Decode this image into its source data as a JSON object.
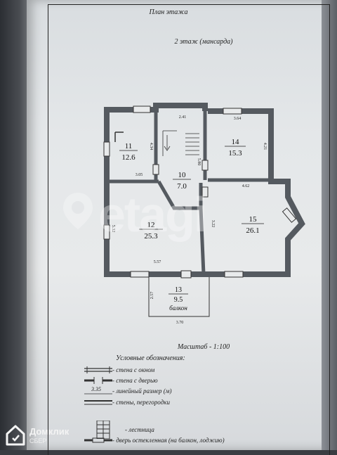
{
  "document": {
    "title": "План этажа",
    "subtitle": "2 этаж (мансарда)",
    "scale": "Масштаб - 1:100"
  },
  "rooms": [
    {
      "number": "11",
      "area": "12.6"
    },
    {
      "number": "10",
      "area": "7.0"
    },
    {
      "number": "14",
      "area": "15.3"
    },
    {
      "number": "12",
      "area": "25.3"
    },
    {
      "number": "15",
      "area": "26.1"
    },
    {
      "number": "13",
      "area": "9.5",
      "label": "балкон"
    }
  ],
  "dimensions": [
    "2.41",
    "3.64",
    "4.34",
    "5.80",
    "4.21",
    "3.05",
    "4.62",
    "5.32",
    "3.22",
    "5.57",
    "2.57",
    "3.70"
  ],
  "legend": {
    "title": "Условные обозначения:",
    "items": [
      {
        "text": "- стена с окном"
      },
      {
        "text": "- стена с дверью"
      },
      {
        "symbol_text": "3.35",
        "text": "- линейный размер (м)"
      },
      {
        "text": "- стены, перегородки"
      },
      {
        "text": "- лестница"
      },
      {
        "text": "- дверь остекленная (на балкон, лоджию)"
      }
    ]
  },
  "watermark": {
    "text": "etagi"
  },
  "brand": {
    "name": "Домклик",
    "sub": "СБЕР"
  }
}
